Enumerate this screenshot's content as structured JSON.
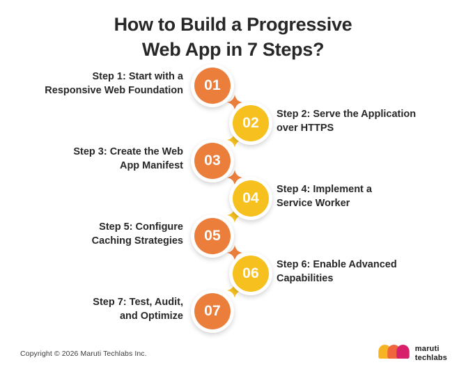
{
  "title": {
    "line1": "How to Build a Progressive",
    "line2": "Web App in 7 Steps?"
  },
  "colors": {
    "background": "#FFFFFF",
    "orange": "#EC7E3C",
    "yellow": "#F6C01E",
    "text": "#272727",
    "logo_yellow": "#F6B323",
    "logo_orange": "#F0663C",
    "logo_magenta": "#D6206B"
  },
  "steps": [
    {
      "number": "01",
      "side": "left",
      "color": "#EC7E3C",
      "line1": "Step 1: Start with a",
      "line2": "Responsive Web Foundation"
    },
    {
      "number": "02",
      "side": "right",
      "color": "#F6C01E",
      "line1": "Step 2: Serve the Application",
      "line2": "over HTTPS"
    },
    {
      "number": "03",
      "side": "left",
      "color": "#EC7E3C",
      "line1": "Step 3: Create the Web",
      "line2": "App Manifest"
    },
    {
      "number": "04",
      "side": "right",
      "color": "#F6C01E",
      "line1": "Step 4: Implement a",
      "line2": "Service Worker"
    },
    {
      "number": "05",
      "side": "left",
      "color": "#EC7E3C",
      "line1": "Step 5: Configure",
      "line2": "Caching Strategies"
    },
    {
      "number": "06",
      "side": "right",
      "color": "#F6C01E",
      "line1": "Step 6: Enable Advanced",
      "line2": "Capabilities"
    },
    {
      "number": "07",
      "side": "left",
      "color": "#EC7E3C",
      "line1": "Step 7: Test, Audit,",
      "line2": "and Optimize"
    }
  ],
  "footer": {
    "copyright": "Copyright © 2026 Maruti Techlabs Inc.",
    "logo": {
      "name": "maruti-techlabs-logo",
      "word1": "maruti",
      "word2": "techlabs"
    }
  }
}
